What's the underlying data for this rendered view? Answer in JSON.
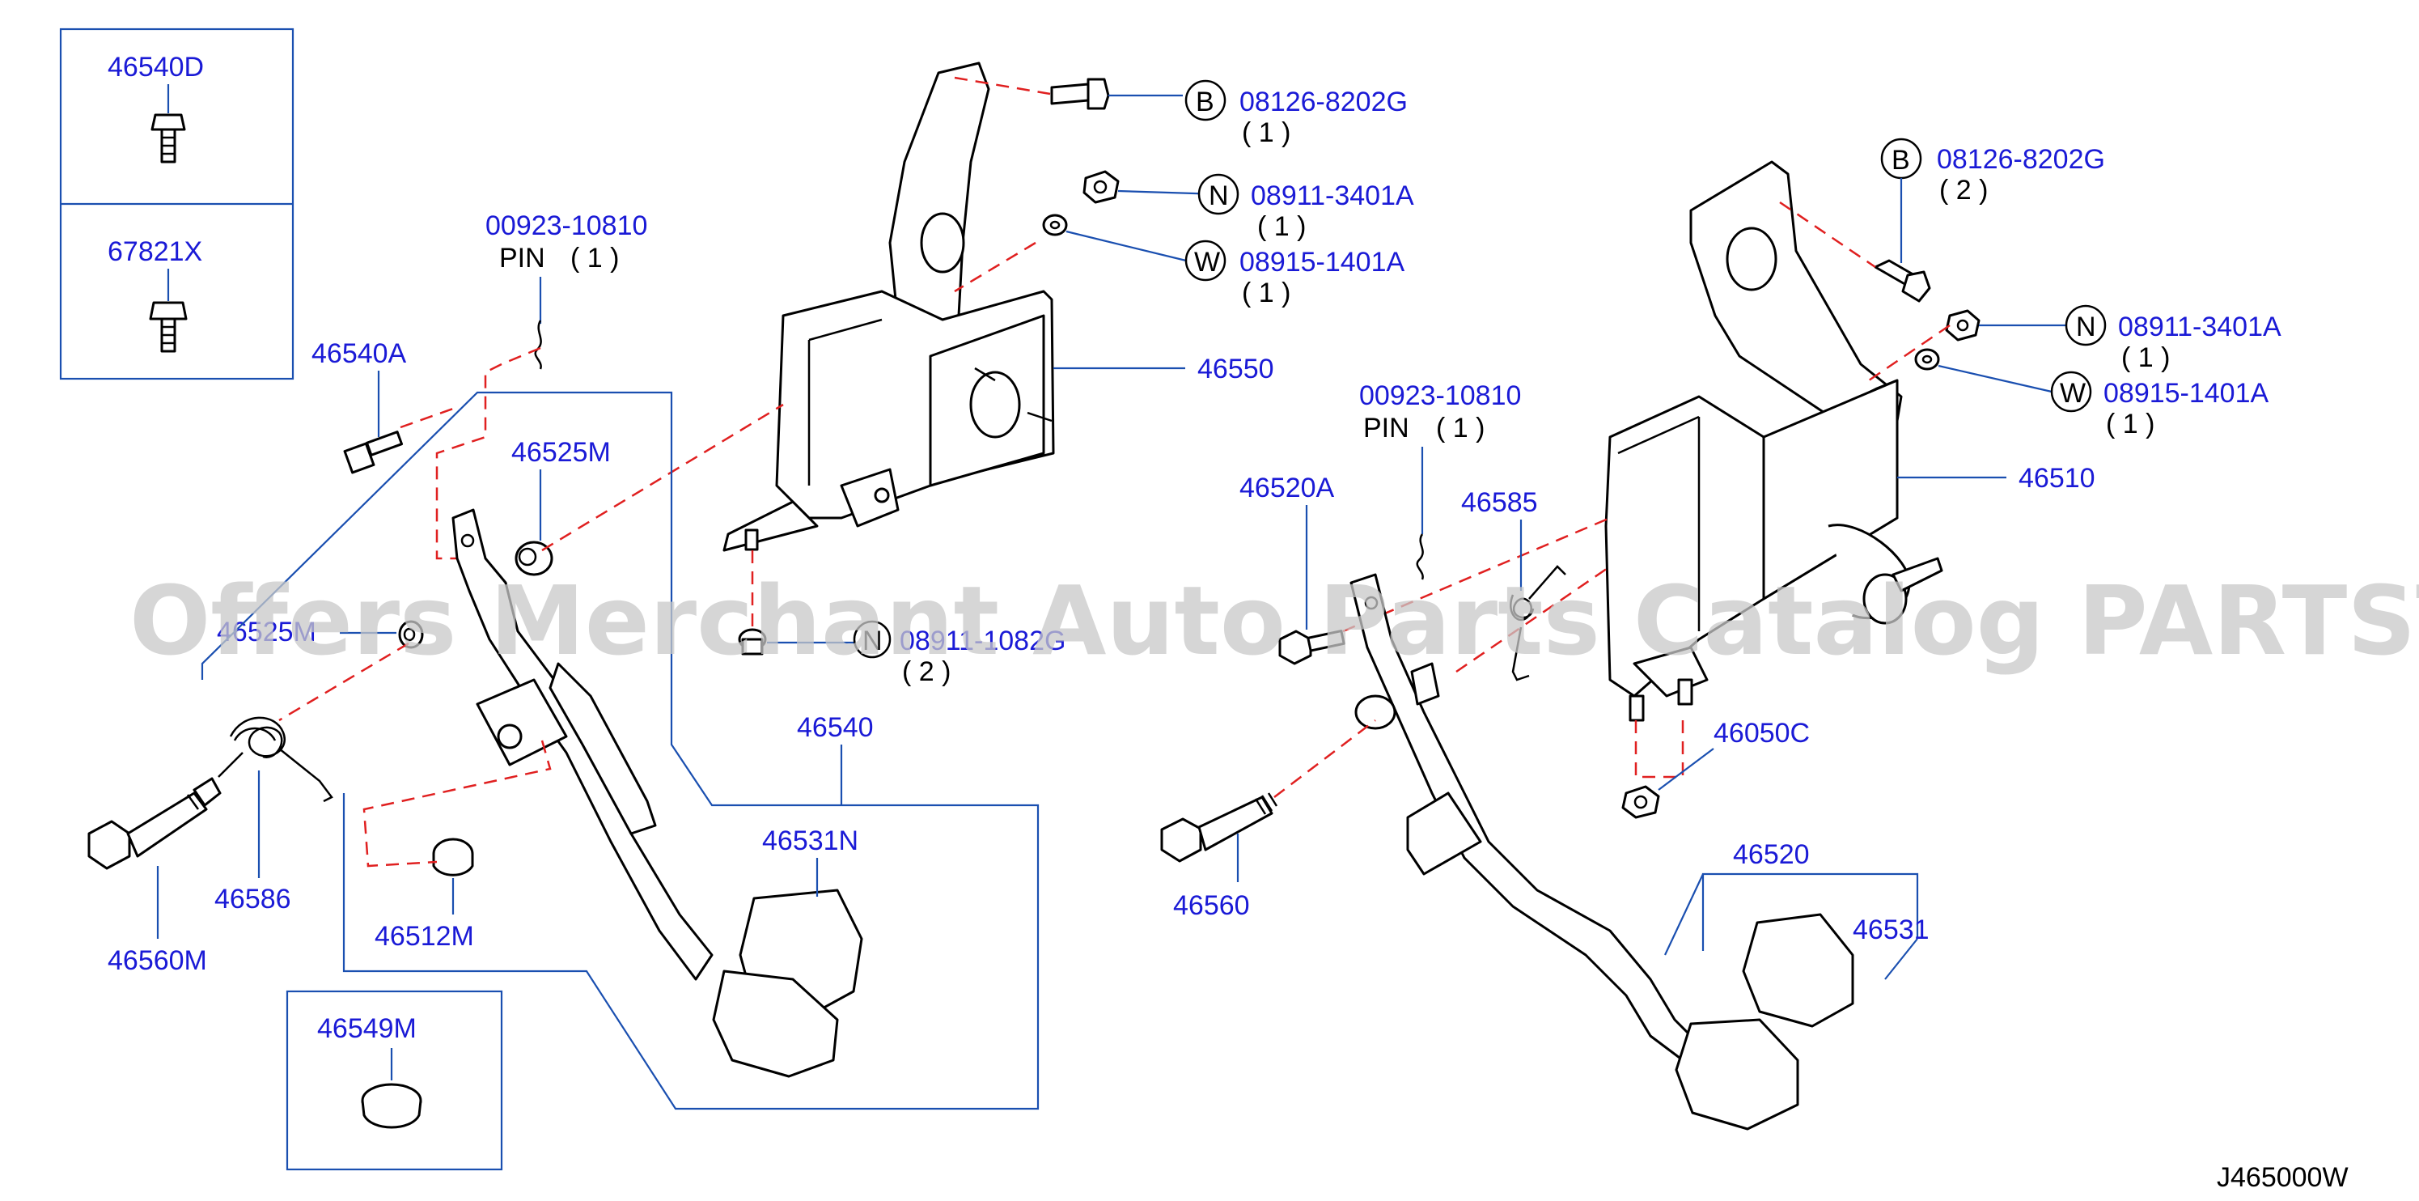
{
  "diagram_code": "J465000W",
  "watermark": "Offers Merchant Auto Parts Catalog PARTSTORE.SA",
  "colors": {
    "part_number": "#1a1ad6",
    "leader": "#1a4fb0",
    "dashed_guide": "#e02020",
    "watermark": "#c8c8c8"
  },
  "left_assembly": {
    "inset_parts": [
      "46540D",
      "67821X"
    ],
    "bolt_b": {
      "symbol": "B",
      "pn": "08126-8202G",
      "qty": "( 1 )"
    },
    "nut_n": {
      "symbol": "N",
      "pn": "08911-3401A",
      "qty": "( 1 )"
    },
    "washer_w": {
      "symbol": "W",
      "pn": "08915-1401A",
      "qty": "( 1 )"
    },
    "pin": {
      "pn": "00923-10810",
      "desc": "PIN",
      "qty": "( 1 )"
    },
    "nut_bottom": {
      "symbol": "N",
      "pn": "08911-1082G",
      "qty": "( 2 )"
    },
    "bracket": "46550",
    "bolt_46540a": "46540A",
    "bushing_46525m": "46525M",
    "bushing_46525n": "46525M",
    "spring": "46586",
    "bolt_pivot": "46560M",
    "stopper": "46512M",
    "pedal_assy": "46540",
    "pad": "46531N",
    "inset_plug": "46549M"
  },
  "right_assembly": {
    "bolt_b": {
      "symbol": "B",
      "pn": "08126-8202G",
      "qty": "( 2 )"
    },
    "nut_n": {
      "symbol": "N",
      "pn": "08911-3401A",
      "qty": "( 1 )"
    },
    "washer_w": {
      "symbol": "W",
      "pn": "08915-1401A",
      "qty": "( 1 )"
    },
    "pin": {
      "pn": "00923-10810",
      "desc": "PIN",
      "qty": "( 1 )"
    },
    "bracket": "46510",
    "bolt_46520a": "46520A",
    "spring": "46585",
    "nut_46050c": "46050C",
    "bolt_pivot": "46560",
    "pedal_assy": "46520",
    "pad": "46531"
  }
}
